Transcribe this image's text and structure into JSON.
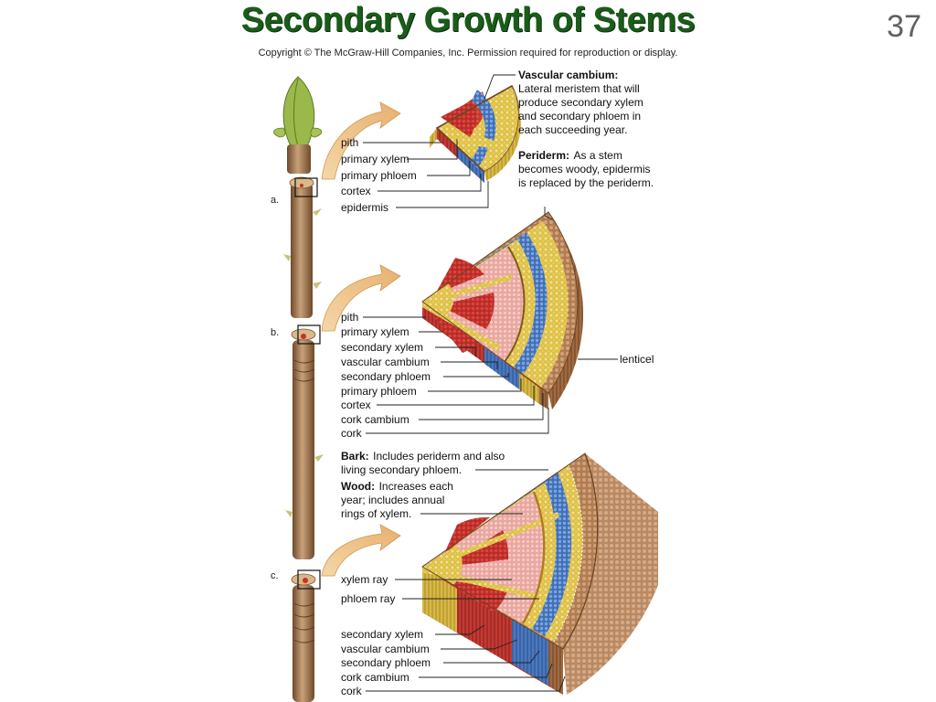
{
  "slide": {
    "title": "Secondary Growth of Stems",
    "number": "37",
    "copyright": "Copyright © The McGraw-Hill Companies, Inc. Permission required for reproduction or display."
  },
  "panels": {
    "a": {
      "letter": "a.",
      "labels": [
        "pith",
        "primary xylem",
        "primary phloem",
        "cortex",
        "epidermis"
      ],
      "notes": [
        {
          "bold": "Vascular cambium:",
          "lines": [
            "Lateral meristem that will",
            "produce secondary xylem",
            "and secondary phloem in",
            "each succeeding year."
          ]
        },
        {
          "bold": "Periderm:",
          "lines": [
            " As a stem",
            "becomes woody, epidermis",
            "is replaced by the periderm."
          ]
        }
      ]
    },
    "b": {
      "letter": "b.",
      "labels": [
        "pith",
        "primary xylem",
        "secondary xylem",
        "vascular cambium",
        "secondary phloem",
        "primary phloem",
        "cortex",
        "cork cambium",
        "cork"
      ],
      "side_label": "lenticel"
    },
    "c": {
      "letter": "c.",
      "notes": [
        {
          "bold": "Bark:",
          "lines": [
            " Includes periderm and also",
            "living secondary phloem."
          ]
        },
        {
          "bold": "Wood:",
          "lines": [
            " Increases each",
            "year; includes annual",
            "rings of xylem."
          ]
        }
      ],
      "ray_labels": [
        "xylem ray",
        "phloem ray"
      ],
      "labels": [
        "secondary xylem",
        "vascular cambium",
        "secondary phloem",
        "cork cambium",
        "cork"
      ]
    }
  },
  "colors": {
    "xylem": "#c8302a",
    "phloem": "#4a78c0",
    "parenchyma": "#e8cf5a",
    "cork": "#a8744a",
    "bark_brown": "#8a5a34",
    "title_green": "#1a5c1a"
  }
}
